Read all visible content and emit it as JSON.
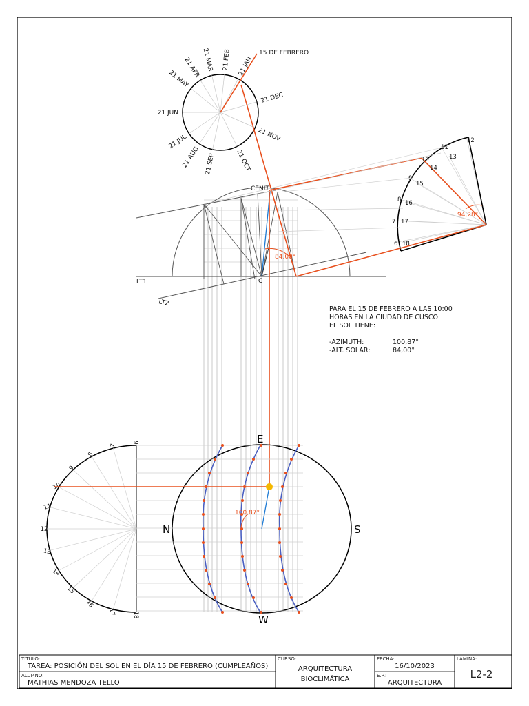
{
  "diagram": {
    "months": [
      "21 JAN",
      "21 FEB",
      "21 MAR",
      "21 APR",
      "21 MAY",
      "21 JUN",
      "21 JUL",
      "21 AUG",
      "21 SEP",
      "21 OCT",
      "21 NOV",
      "21 DEC"
    ],
    "date_label": "15 DE FEBRERO",
    "cenit_label": "CENIT",
    "center_label": "C",
    "lt1_label": "LT1",
    "lt2_label": "LT2",
    "altitude_angle": "84,00°",
    "hour_arc_angle": "94,28°",
    "azimuth_angle": "100,87°",
    "compass": {
      "east": "E",
      "west": "W",
      "north": "N",
      "south": "S"
    },
    "quarter_hours": [
      "12",
      "11",
      "13",
      "10",
      "14",
      "9",
      "15",
      "8",
      "16",
      "7",
      "17",
      "6",
      "18"
    ],
    "left_hours": [
      "6",
      "7",
      "8",
      "9",
      "10",
      "11",
      "12",
      "13",
      "14",
      "15",
      "16",
      "17",
      "18"
    ]
  },
  "info": {
    "line1": "PARA EL 15 DE FEBRERO A LAS 10:00",
    "line2": "HORAS EN LA CIUDAD DE CUSCO",
    "line3": "EL SOL TIENE:",
    "azimuth_label": "-AZIMUTH:",
    "azimuth_value": "100,87°",
    "altitude_label": "-ALT. SOLAR:",
    "altitude_value": "84,00°"
  },
  "title_block": {
    "titulo_label": "TITULO:",
    "titulo_value": "TAREA: POSICIÓN DEL SOL EN EL DÍA 15 DE FEBRERO (CUMPLEAÑOS)",
    "alumno_label": "ALUMNO:",
    "alumno_value": "MATHIAS MENDOZA TELLO",
    "curso_label": "CURSO:",
    "curso_line1": "ARQUITECTURA",
    "curso_line2": "BIOCLIMÁTICA",
    "fecha_label": "FECHA:",
    "fecha_value": "16/10/2023",
    "ep_label": "E.P.:",
    "ep_value": "ARQUITECTURA",
    "lamina_label": "LAMINA:",
    "lamina_value": "L2-2"
  },
  "colors": {
    "accent": "#e8501e",
    "line": "#000000",
    "construction": "#9a9a9a",
    "curve": "#4a5fc1",
    "sun": "#f5b800"
  }
}
